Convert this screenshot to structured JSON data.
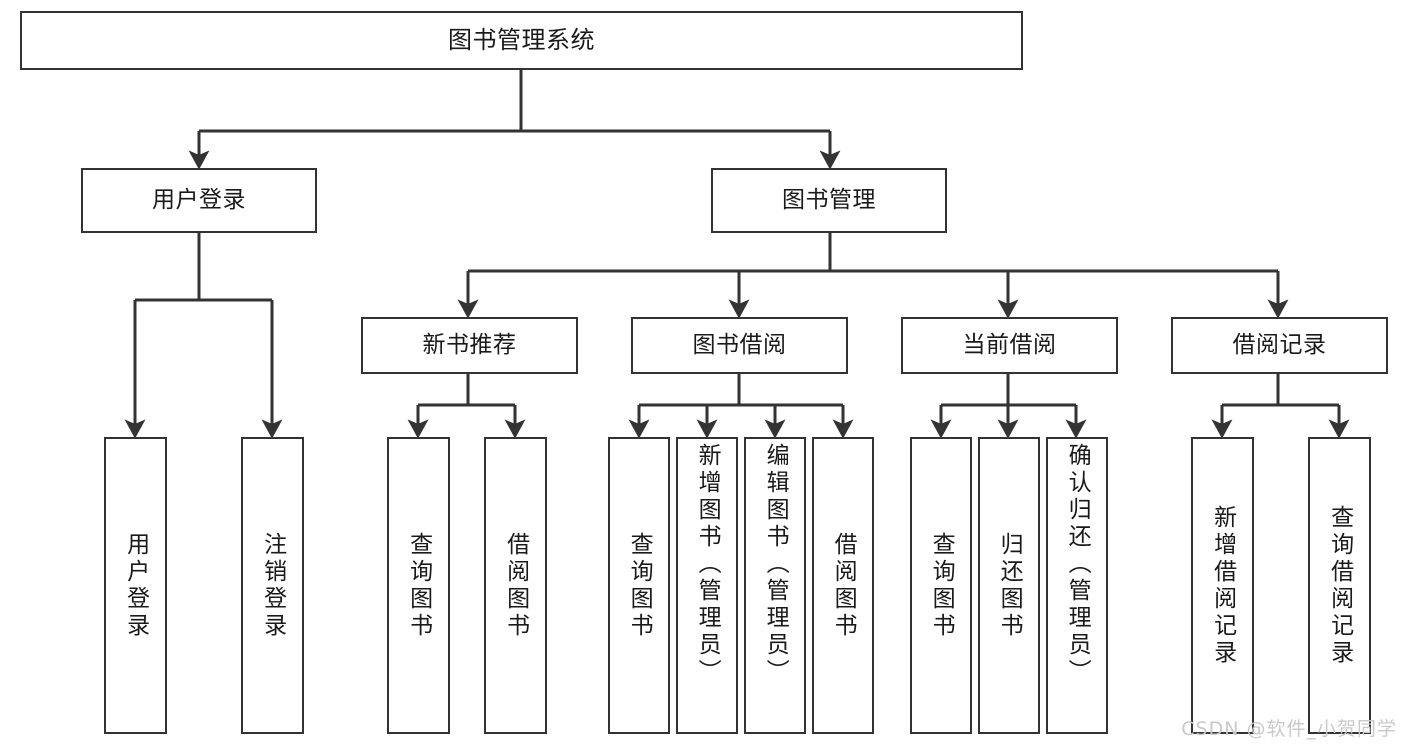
{
  "diagram": {
    "type": "tree",
    "title": "图书管理系统",
    "orientation": "top-down",
    "colors": {
      "node_border": "#333333",
      "node_fill": "#ffffff",
      "edge": "#333333",
      "text": "#1a1a1a",
      "watermark": "#c9c9c9",
      "background": "#ffffff"
    },
    "root": {
      "label": "图书管理系统"
    },
    "level2": [
      {
        "label": "用户登录"
      },
      {
        "label": "图书管理"
      }
    ],
    "level3": [
      {
        "label": "新书推荐"
      },
      {
        "label": "图书借阅"
      },
      {
        "label": "当前借阅"
      },
      {
        "label": "借阅记录"
      }
    ],
    "leaves": {
      "user_login": [
        {
          "label": "用户登录"
        },
        {
          "label": "注销登录"
        }
      ],
      "new_book_recommend": [
        {
          "label": "查询图书"
        },
        {
          "label": "借阅图书"
        }
      ],
      "book_borrow": [
        {
          "label": "查询图书"
        },
        {
          "label": "新增图书（管理员）"
        },
        {
          "label": "编辑图书（管理员）"
        },
        {
          "label": "借阅图书"
        }
      ],
      "current_borrow": [
        {
          "label": "查询图书"
        },
        {
          "label": "归还图书"
        },
        {
          "label": "确认归还（管理员）"
        }
      ],
      "borrow_record": [
        {
          "label": "新增借阅记录"
        },
        {
          "label": "查询借阅记录"
        }
      ]
    }
  },
  "watermark": {
    "text": "CSDN @软件_小贺同学"
  }
}
